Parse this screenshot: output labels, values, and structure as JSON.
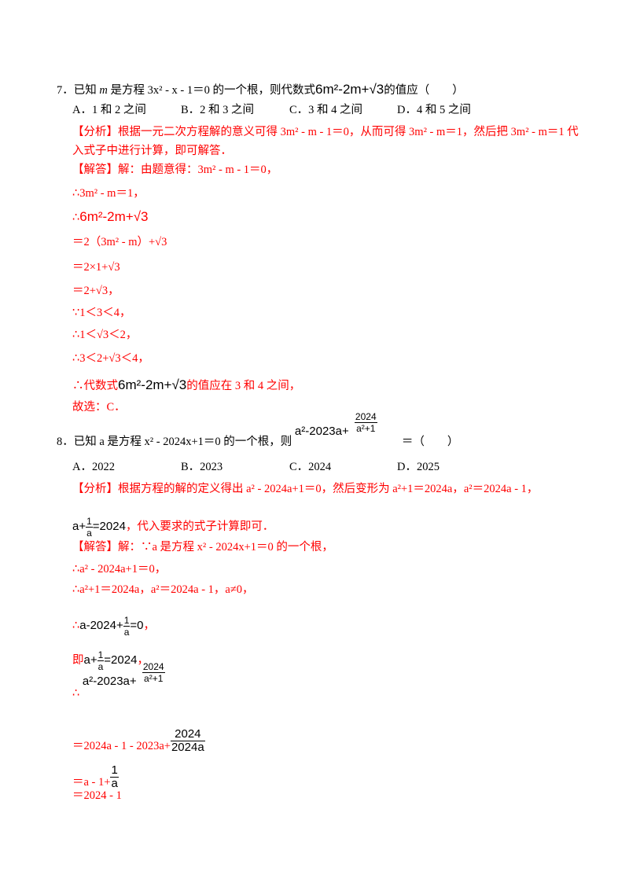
{
  "q7": {
    "stem_pre": "7．已知 ",
    "stem_var": "m",
    "stem_mid": " 是方程 3x² - x - 1＝0 的一个根，则代数式",
    "expr": "6m²-2m+√3",
    "stem_post": "的值应（　　）",
    "options": [
      "A．1 和 2 之间",
      "B．2 和 3 之间",
      "C．3 和 4 之间",
      "D．4 和 5 之间"
    ],
    "analysis_line1": "【分析】根据一元二次方程解的意义可得 3m² - m - 1＝0，从而可得 3m² - m＝1，然后把 3m² - m＝1 代",
    "analysis_line2": "入式子中进行计算，即可解答．",
    "answer_head": "【解答】解：由题意得：3m² - m - 1＝0，",
    "steps": [
      "∴3m² - m＝1，",
      "∴",
      "6m²-2m+√3",
      "＝2（3m² - m）+√3",
      "＝2×1+√3",
      "＝2+√3，",
      "∵1＜3＜4，",
      "∴1＜√3＜2，",
      "∴3＜2+√3＜4，",
      "∴代数式",
      "的值应在 3 和 4 之间，",
      "故选：C．"
    ]
  },
  "q8": {
    "frac_expr_left": "a²-2023a+",
    "frac_num": "2024",
    "frac_den": "a²+1",
    "stem": "8．已知 a 是方程 x² - 2024x+1＝0 的一个根，则",
    "stem_post": "＝（　　）",
    "options": [
      "A．2022",
      "B．2023",
      "C．2024",
      "D．2025"
    ],
    "analysis_line1": "【分析】根据方程的解的定义得出 a² - 2024a+1＝0，然后变形为 a²+1＝2024a，a²＝2024a - 1，",
    "analysis_line2_left": "a+",
    "analysis_line2_num": "1",
    "analysis_line2_den": "a",
    "analysis_line2_right": "=2024",
    "analysis_line2_tail": "，代入要求的式子计算即可．",
    "answer_head": "【解答】解：∵a 是方程 x² - 2024x+1＝0 的一个根，",
    "s1": "∴a² - 2024a+1＝0，",
    "s2": "∴a²+1＝2024a，a²＝2024a - 1，a≠0，",
    "s3_prefix": "∴",
    "s3_left": "a-2024+",
    "s3_num": "1",
    "s3_den": "a",
    "s3_right": "=0",
    "s3_tail": "，",
    "s4_prefix": "即",
    "s4_left": "a+",
    "s4_num": "1",
    "s4_den": "a",
    "s4_right": "=2024",
    "s4_tail": "，",
    "s5_prefix": "∴",
    "s5_left": "a²-2023a+",
    "s5_num": "2024",
    "s5_den": "a²+1",
    "s6_left": "＝2024a - 1 - 2023a+",
    "s6_num": "2024",
    "s6_den": "2024a",
    "s7_left": "＝a - 1+",
    "s7_num": "1",
    "s7_den": "a",
    "s8": "＝2024 - 1"
  }
}
